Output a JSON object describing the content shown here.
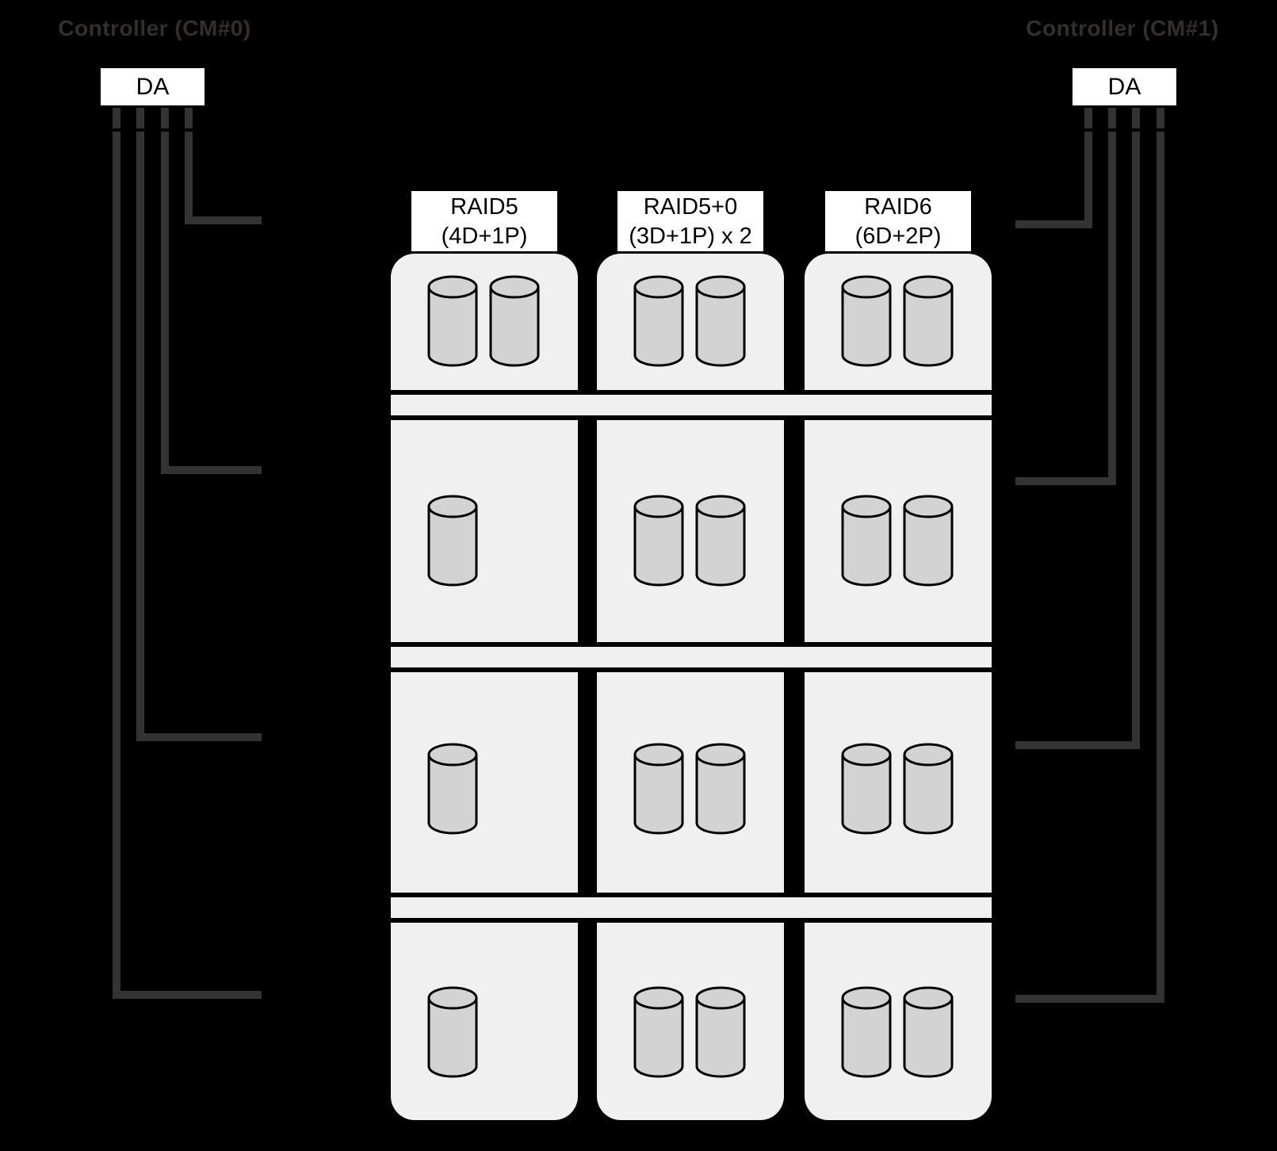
{
  "controllers": {
    "left": "Controller (CM#0)",
    "right": "Controller (CM#1)"
  },
  "da": {
    "left_label": "DA",
    "right_label": "DA"
  },
  "raid_groups": [
    {
      "id": "raid5",
      "label_line1": "RAID5",
      "label_line2": "(4D+1P)",
      "sections_disks": [
        2,
        1,
        1,
        1
      ]
    },
    {
      "id": "raid50",
      "label_line1": "RAID5+0",
      "label_line2": "(3D+1P) x 2",
      "sections_disks": [
        2,
        2,
        2,
        2
      ]
    },
    {
      "id": "raid6",
      "label_line1": "RAID6",
      "label_line2": "(6D+2P)",
      "sections_disks": [
        2,
        2,
        2,
        2
      ]
    }
  ],
  "enclosure_shelves": 4,
  "colors": {
    "background": "#000000",
    "cable": "#333333",
    "enclosure_fill": "#f0f0f0",
    "disk_fill": "#d3d3d3",
    "outline": "#000000",
    "label_background": "#ffffff",
    "controller_text": "#362d2d"
  }
}
